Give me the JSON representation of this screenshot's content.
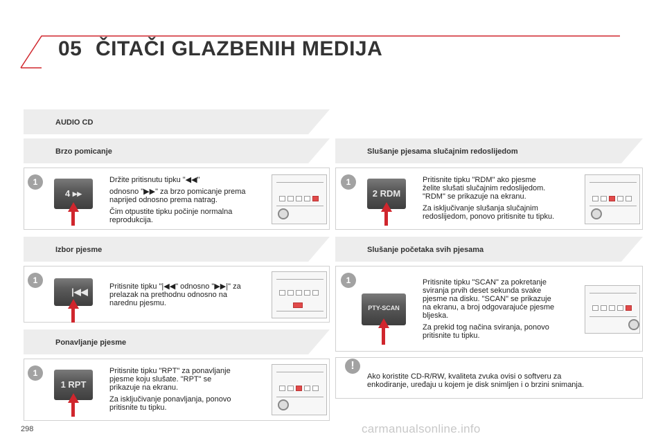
{
  "header": {
    "chapter": "05",
    "title": "ČITAČI GLAZBENIH MEDIJA"
  },
  "sections": {
    "audio_cd": "AUDIO CD",
    "fast_forward": "Brzo pomicanje",
    "track_select": "Izbor pjesme",
    "repeat": "Ponavljanje pjesme",
    "random": "Slušanje pjesama slučajnim redoslijedom",
    "scan": "Slušanje početaka svih pjesama"
  },
  "fast_forward": {
    "step": "1",
    "button_label": "4 ▸▸",
    "line1": "Držite pritisnutu tipku \"◀◀\"",
    "line2": "odnosno \"▶▶\" za brzo pomicanje prema",
    "line3": "naprijed odnosno prema natrag.",
    "line4": "Čim otpustite tipku počinje normalna",
    "line5": "reprodukcija."
  },
  "track_select": {
    "step": "1",
    "button_label": "|◀◀",
    "line1": "Pritisnite tipku \"|◀◀\" odnosno \"▶▶|\" za",
    "line2": "prelazak na prethodnu odnosno na",
    "line3": "narednu pjesmu."
  },
  "repeat": {
    "step": "1",
    "button_label": "1 RPT",
    "line1": "Pritisnite tipku \"RPT\" za ponavljanje",
    "line2": "pjesme koju slušate. \"RPT\" se",
    "line3": "prikazuje na ekranu.",
    "line4": "Za isključivanje ponavljanja, ponovo",
    "line5": "pritisnite tu tipku."
  },
  "random": {
    "step": "1",
    "button_label": "2 RDM",
    "line1": "Pritisnite tipku \"RDM\" ako pjesme",
    "line2": "želite slušati slučajnim redoslijedom.",
    "line3": "\"RDM\" se prikazuje na ekranu.",
    "line4": "Za isključivanje slušanja slučajnim",
    "line5": "redoslijedom, ponovo pritisnite tu tipku."
  },
  "scan": {
    "step": "1",
    "button_label": "PTY-SCAN",
    "line1": "Pritisnite tipku \"SCAN\" za pokretanje",
    "line2": "sviranja prvih deset sekunda svake",
    "line3": "pjesme na disku. \"SCAN\" se prikazuje",
    "line4": "na ekranu, a broj odgovarajuće pjesme",
    "line5": "bljeska.",
    "line6": "Za prekid tog načina sviranja, ponovo",
    "line7": "pritisnite tu tipku."
  },
  "note": {
    "symbol": "!",
    "line1": "Ako koristite CD-R/RW, kvaliteta zvuka ovisi o softveru za",
    "line2": "enkodiranje, uređaju u kojem je disk snimljen i o brzini snimanja."
  },
  "footer": {
    "page_number": "298",
    "watermark": "carmanualsonline.info"
  },
  "colors": {
    "accent": "#d0262d",
    "section_bg": "#ededed",
    "step_badge": "#a2a2a2"
  }
}
